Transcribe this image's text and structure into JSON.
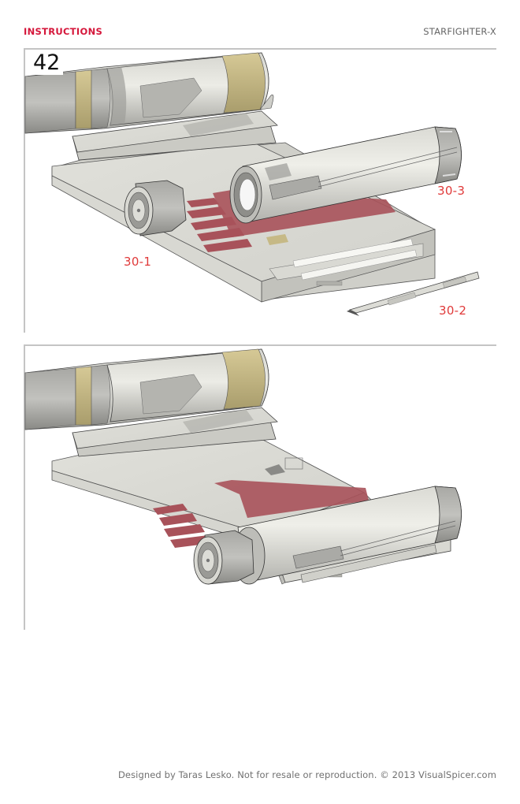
{
  "header": {
    "section_title": "INSTRUCTIONS",
    "model_name": "STARFIGHTER-X"
  },
  "colors": {
    "accent_red": "#d5173b",
    "label_red": "#e03a3a",
    "panel_border": "#c4c4c4",
    "hull_white": "#e4e4de",
    "hull_gray": "#b8b8b4",
    "stripe_red": "#a8525a",
    "tan_band": "#c9bb88"
  },
  "steps": [
    {
      "number": "42",
      "illustration": "wing-assembly-exploded",
      "part_labels": [
        {
          "id": "30-1",
          "text": "30-1"
        },
        {
          "id": "30-2",
          "text": "30-2"
        },
        {
          "id": "30-3",
          "text": "30-3"
        }
      ]
    },
    {
      "number": "",
      "illustration": "wing-assembly-completed",
      "part_labels": []
    }
  ],
  "footer": {
    "credit": "Designed by Taras Lesko. Not for resale or reproduction. © 2013 VisualSpicer.com"
  }
}
